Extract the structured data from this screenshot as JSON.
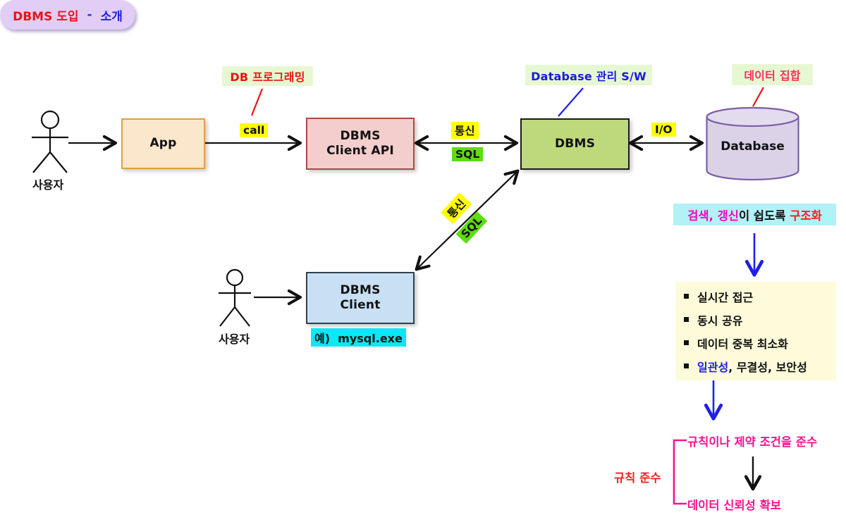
{
  "title": {
    "part1": "DBMS 도입",
    "sep": "-",
    "part2": "소개"
  },
  "actors": {
    "user1": "사용자",
    "user2": "사용자"
  },
  "nodes": {
    "app": "App",
    "client_api_line1": "DBMS",
    "client_api_line2": "Client API",
    "dbms": "DBMS",
    "database": "Database",
    "client_line1": "DBMS",
    "client_line2": "Client"
  },
  "callouts": {
    "db_programming": "DB 프로그래밍",
    "db_management_sw": "Database 관리 S/W",
    "data_collection": "데이터 집합"
  },
  "edges": {
    "call": "call",
    "comm_api": "통신",
    "sql_api": "SQL",
    "comm_client": "통신",
    "sql_client": "SQL",
    "io": "I/O"
  },
  "client_example": "예)  mysql.exe",
  "structured_note": {
    "seg_magenta": "검색, 갱신",
    "seg_black": "이 쉽도록 ",
    "seg_red": "구조화"
  },
  "benefits": {
    "items": [
      "실시간 접근",
      "동시 공유",
      "데이터 중복 최소화"
    ],
    "item4": {
      "highlight": "일관성",
      "rest": ", 무결성, 보안성"
    }
  },
  "rules": {
    "line1": "규칙이나 제약 조건을 준수",
    "line2": "데이터 신뢰성 확보",
    "bracket_label": "규칙 준수"
  },
  "colors": {
    "red_text": "#e31616",
    "blue_text": "#2121d6",
    "magenta_text": "#fb00c8",
    "deep_pink_text": "#f5148f",
    "yellow_highlight": "#ffff00",
    "green_highlight": "#5ddd12",
    "cyan_highlight": "#0ce6f6",
    "light_cyan_panel": "#b2f1f6",
    "pale_yellow_panel": "#fefbda",
    "pale_green_callout": "#e6f8d2",
    "app_fill": "#fbe7cc",
    "client_api_fill": "#f3cecc",
    "dbms_fill": "#bed97b",
    "database_fill": "#dcd2e8",
    "client_fill": "#c9e0f4",
    "title_fill": "#e1cdf6"
  }
}
